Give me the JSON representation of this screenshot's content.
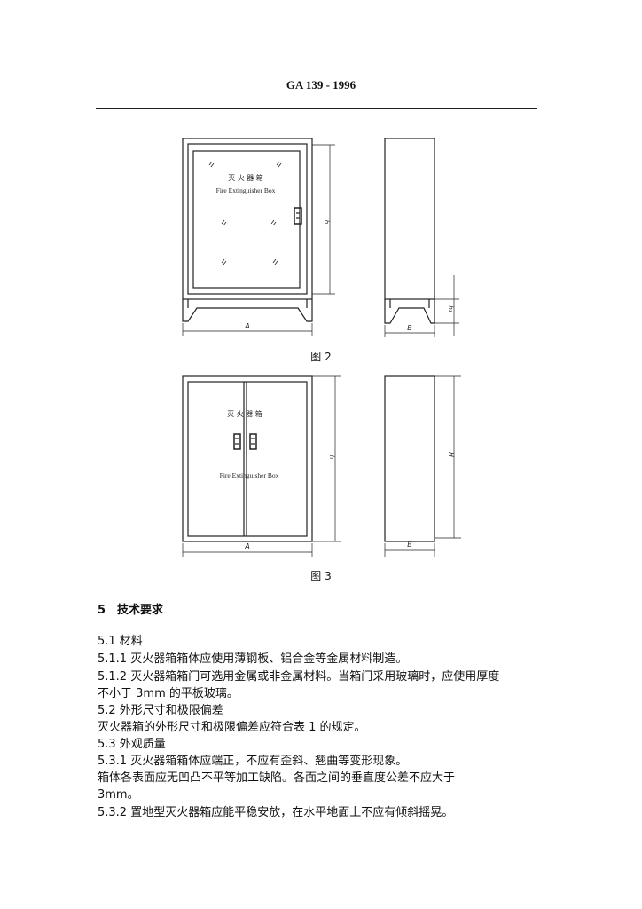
{
  "header": {
    "standard": "GA 139 - 1996"
  },
  "figure2": {
    "box_cn": "灭 火 器 箱",
    "box_en": "Fire Extinguisher Box",
    "dim_a": "A",
    "dim_b": "B",
    "dim_h": "h",
    "dim_h1": "h₁",
    "caption": "图 2"
  },
  "figure3": {
    "box_cn": "灭 火 器 箱",
    "box_en": "Fire Extinguisher Box",
    "dim_a": "A",
    "dim_b": "B",
    "dim_h": "h",
    "dim_H": "H",
    "caption": "图 3"
  },
  "section5": {
    "title": "5　技术要求",
    "lines": [
      "5.1  材料",
      "5.1.1  灭火器箱箱体应使用薄钢板、铝合金等金属材料制造。",
      "5.1.2  灭火器箱箱门可选用金属或非金属材料。当箱门采用玻璃时，应使用厚度",
      "不小于 3mm 的平板玻璃。",
      "5.2      外形尺寸和极限偏差",
      "        灭火器箱的外形尺寸和极限偏差应符合表 1 的规定。",
      "5.3    外观质量",
      "5.3.1  灭火器箱箱体应端正，不应有歪斜、翘曲等变形现象。",
      "      箱体各表面应无凹凸不平等加工缺陷。各面之间的垂直度公差不应大于",
      "3mm。",
      "5.3.2  置地型灭火器箱应能平稳安放，在水平地面上不应有倾斜摇晃。"
    ]
  }
}
